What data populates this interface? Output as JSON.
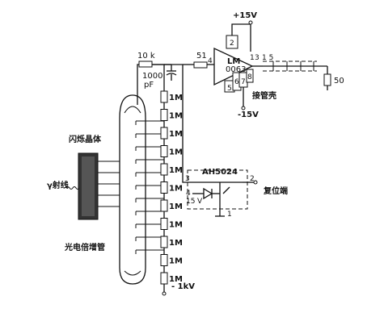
{
  "labels": {
    "supply_pos": "+15V",
    "supply_neg": "-15V",
    "r_10k": "10 k",
    "cap": "1000",
    "cap_unit": "pF",
    "r_51": "51",
    "opamp_line1": "LM",
    "opamp_line2": "0063",
    "pin_2": "2",
    "pin_1": "1",
    "pin_3": "3",
    "pin_4": "4",
    "pin_5": "5",
    "pin_6": "6",
    "pin_7": "7",
    "pin_8": "8",
    "pin_1_5": "1 5",
    "heatsink": "接管壳",
    "r_50": "50",
    "scintillator": "闪烁晶体",
    "gamma": "γ射线",
    "pmt": "光电倍增管",
    "chip": "AH5024",
    "chip_pin_3": "3",
    "chip_pin_2": "2",
    "chip_pin_4": "4",
    "chip_pin_15": "15",
    "chip_vin": "V",
    "chip_pin_1": "1",
    "reset": "复位端",
    "hv": "- 1kV",
    "r_1m": "1M"
  },
  "dynode_resistors": [
    "1M",
    "1M",
    "1M",
    "1M",
    "1M",
    "1M",
    "1M",
    "1M",
    "1M",
    "1M",
    "1M"
  ]
}
